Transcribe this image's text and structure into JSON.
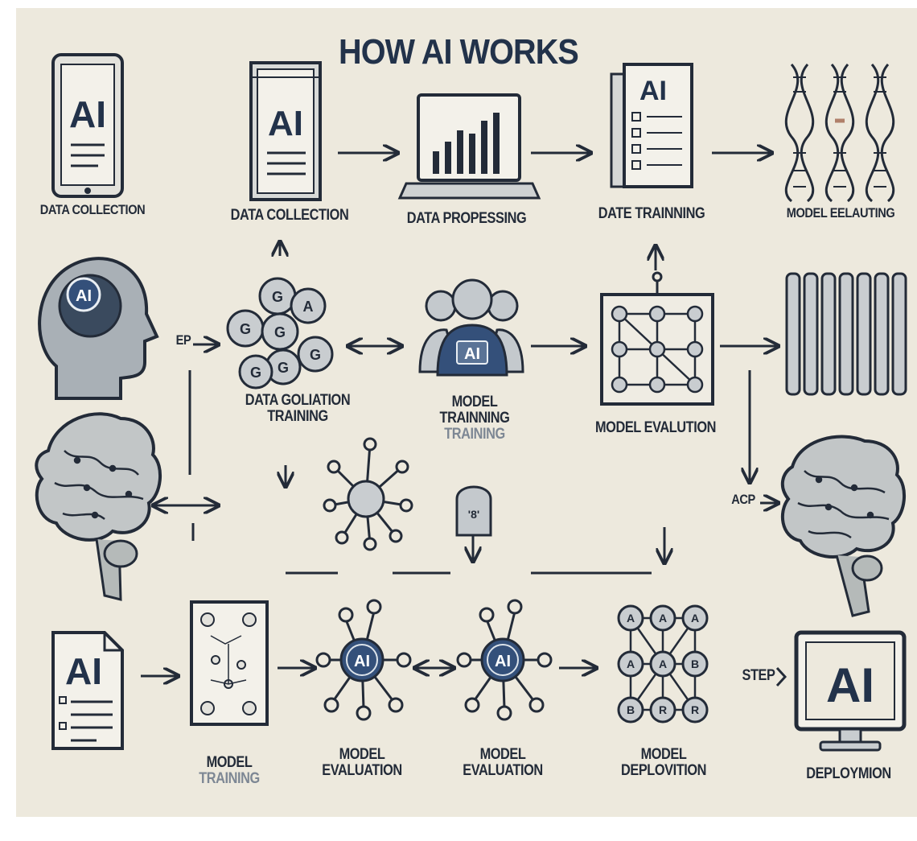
{
  "title": "HOW AI WORKS",
  "colors": {
    "background": "#ede9dd",
    "ink": "#232b38",
    "accent_blue": "#34507a",
    "icon_fill": "#c9cdd0"
  },
  "rows": {
    "top": [
      {
        "label": "DATA COLLECTION",
        "icon": "tablet-icon",
        "icon_text": "AI"
      },
      {
        "label": "DATA COLLECTION",
        "icon": "document-icon",
        "icon_text": "AI"
      },
      {
        "label": "DATA PROPESSING",
        "icon": "laptop-chart-icon"
      },
      {
        "label": "DATE TRAINNING",
        "icon": "report-icon",
        "icon_text": "AI"
      },
      {
        "label": "MODEL EELAUTING",
        "icon": "dna-icon"
      }
    ],
    "middle": [
      {
        "label": "",
        "icon": "head-icon",
        "icon_text": "AI"
      },
      {
        "label_lines": [
          "DATA GOLIATION",
          "TRAINING"
        ],
        "icon": "gear-cluster-icon"
      },
      {
        "label_lines": [
          "MODEL",
          "TRAINNING",
          "TRAINING"
        ],
        "icon": "people-icon",
        "icon_text": "AI"
      },
      {
        "label": "MODEL EVALUTION",
        "icon": "network-grid-icon"
      },
      {
        "label": "",
        "icon": "bars-icon"
      }
    ],
    "lower": [
      {
        "icon": "brain-icon"
      },
      {
        "icon": "network-hub-icon"
      },
      {
        "icon": "small-head-icon",
        "icon_text": "'8'"
      },
      {
        "icon": "brain-icon"
      }
    ],
    "bottom": [
      {
        "label": "",
        "icon": "document-ai-icon",
        "icon_text": "AI"
      },
      {
        "label_lines": [
          "MODEL",
          "TRAINING"
        ],
        "icon": "flowchart-doc-icon"
      },
      {
        "label_lines": [
          "MODEL",
          "EVALUATION"
        ],
        "icon": "ai-network-icon",
        "icon_text": "AI"
      },
      {
        "label_lines": [
          "MODEL",
          "EVALUATION"
        ],
        "icon": "ai-network-icon",
        "icon_text": "AI"
      },
      {
        "label_lines": [
          "MODEL",
          "DEPLOVITION"
        ],
        "icon": "ai-mesh-icon"
      },
      {
        "label": "DEPLOYMION",
        "icon": "monitor-icon",
        "icon_text": "AI"
      }
    ]
  },
  "mesh_labels": [
    "A",
    "A",
    "A",
    "A",
    "A",
    "B",
    "B",
    "R",
    "R"
  ],
  "connector_labels": {
    "ep": "EP",
    "acp": "ACP",
    "step": "STEP"
  }
}
